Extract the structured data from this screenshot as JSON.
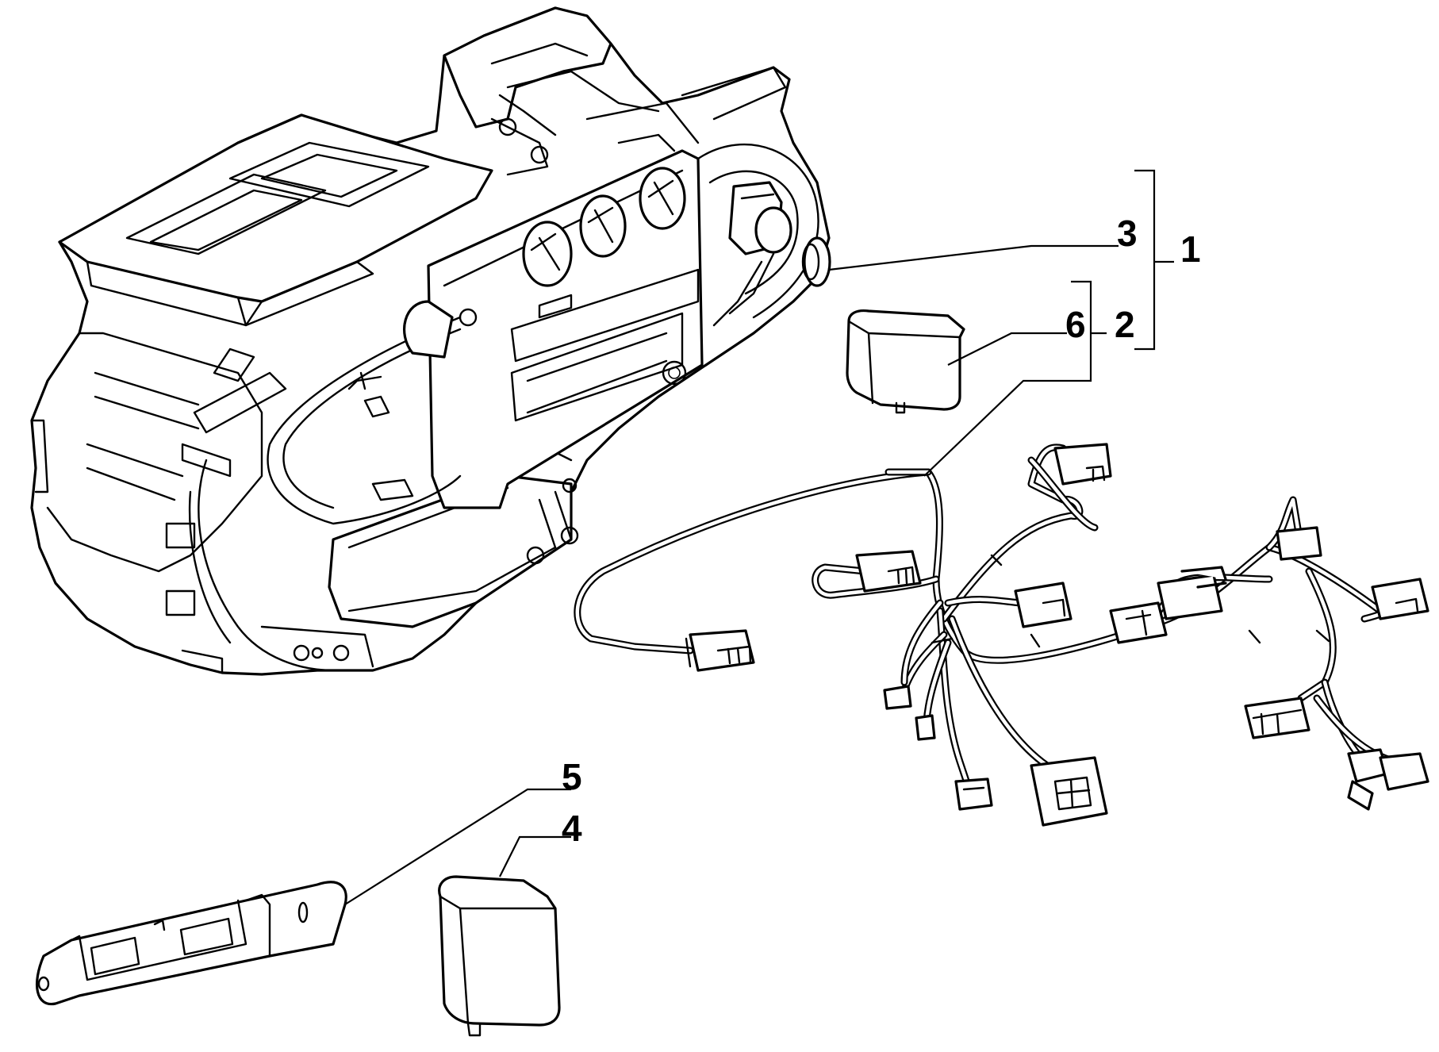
{
  "diagram": {
    "callouts": [
      {
        "id": "1",
        "label": "1"
      },
      {
        "id": "2",
        "label": "2"
      },
      {
        "id": "3",
        "label": "3"
      },
      {
        "id": "4",
        "label": "4"
      },
      {
        "id": "5",
        "label": "5"
      },
      {
        "id": "6",
        "label": "6"
      }
    ]
  },
  "colors": {
    "line": "#000000",
    "background": "#ffffff"
  }
}
